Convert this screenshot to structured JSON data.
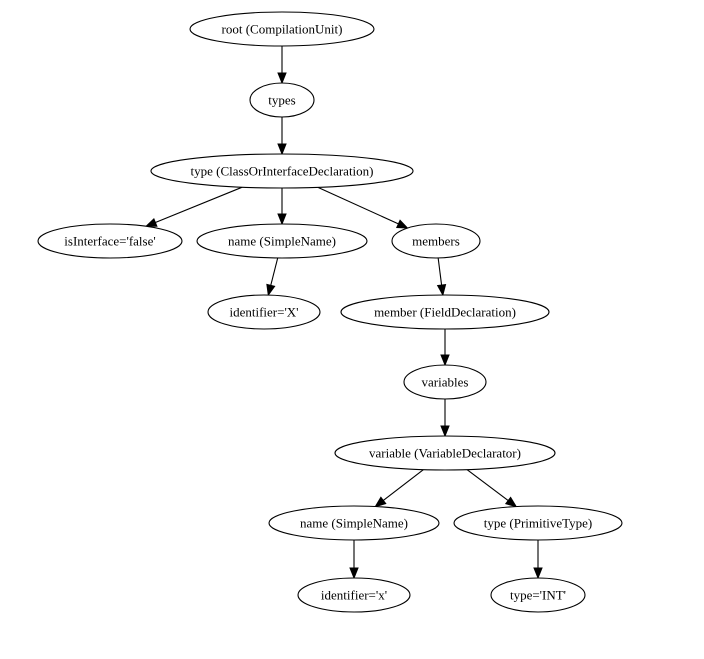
{
  "diagram": {
    "nodes": [
      {
        "id": "root",
        "label": "root (CompilationUnit)"
      },
      {
        "id": "types",
        "label": "types"
      },
      {
        "id": "type",
        "label": "type (ClassOrInterfaceDeclaration)"
      },
      {
        "id": "isInterface",
        "label": "isInterface='false'"
      },
      {
        "id": "name1",
        "label": "name (SimpleName)"
      },
      {
        "id": "members",
        "label": "members"
      },
      {
        "id": "identifierX",
        "label": "identifier='X'"
      },
      {
        "id": "member",
        "label": "member (FieldDeclaration)"
      },
      {
        "id": "variables",
        "label": "variables"
      },
      {
        "id": "variable",
        "label": "variable (VariableDeclarator)"
      },
      {
        "id": "name2",
        "label": "name (SimpleName)"
      },
      {
        "id": "typePrim",
        "label": "type (PrimitiveType)"
      },
      {
        "id": "identifierx",
        "label": "identifier='x'"
      },
      {
        "id": "typeInt",
        "label": "type='INT'"
      }
    ],
    "edges": [
      {
        "from": "root",
        "to": "types"
      },
      {
        "from": "types",
        "to": "type"
      },
      {
        "from": "type",
        "to": "isInterface"
      },
      {
        "from": "type",
        "to": "name1"
      },
      {
        "from": "type",
        "to": "members"
      },
      {
        "from": "name1",
        "to": "identifierX"
      },
      {
        "from": "members",
        "to": "member"
      },
      {
        "from": "member",
        "to": "variables"
      },
      {
        "from": "variables",
        "to": "variable"
      },
      {
        "from": "variable",
        "to": "name2"
      },
      {
        "from": "variable",
        "to": "typePrim"
      },
      {
        "from": "name2",
        "to": "identifierx"
      },
      {
        "from": "typePrim",
        "to": "typeInt"
      }
    ]
  }
}
